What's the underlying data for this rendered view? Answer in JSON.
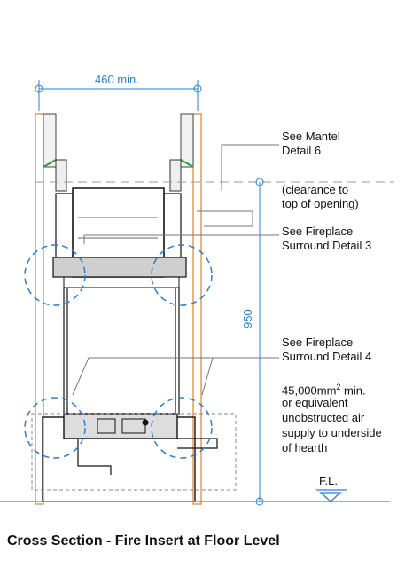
{
  "title": "Cross Section - Fire Insert at Floor Level",
  "dimensions": {
    "width": "460 min.",
    "height": "950"
  },
  "callouts": {
    "mantel_line1": "See Mantel",
    "mantel_line2": "Detail 6",
    "clearance_line1": "(clearance to",
    "clearance_line2": "top of opening)",
    "surround3_line1": "See Fireplace",
    "surround3_line2": "Surround Detail 3",
    "surround4_line1": "See Fireplace",
    "surround4_line2": "Surround Detail 4",
    "air_line1_pre": "45,000mm",
    "air_line1_sup": "2",
    "air_line1_post": " min.",
    "air_line2": "or equivalent",
    "air_line3": "unobstructed air",
    "air_line4": "supply to underside",
    "air_line5": "of hearth",
    "floor_level": "F.L."
  },
  "colors": {
    "dimension": "#2a7fd4",
    "timber": "#d9822b",
    "accent_green": "#2e9e3a",
    "line": "#111111",
    "leader": "#888888"
  }
}
